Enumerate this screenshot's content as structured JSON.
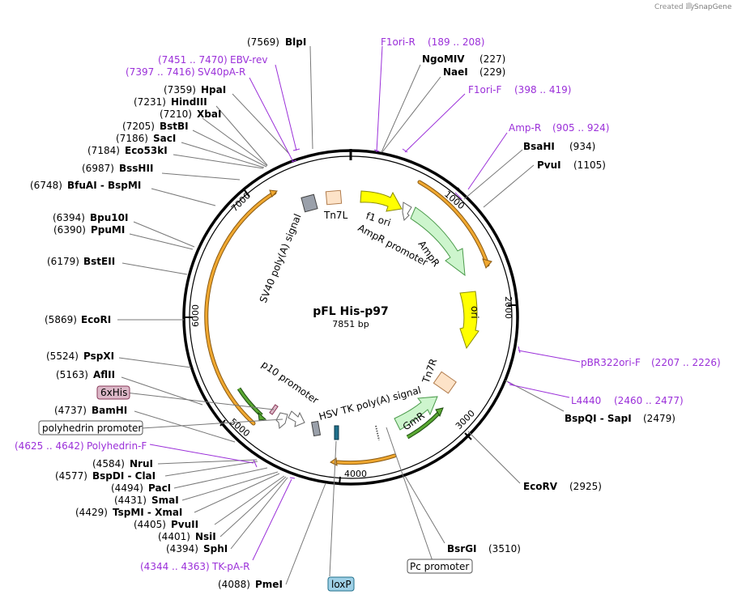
{
  "credit": {
    "prefix": "Created by",
    "brand": "SnapGene"
  },
  "plasmid": {
    "name": "pFL His-p97",
    "size_label": "7851 bp"
  },
  "backbone": {
    "color": "#000000"
  },
  "tick_labels": [
    "1000",
    "2000",
    "3000",
    "4000",
    "5000",
    "6000",
    "7000"
  ],
  "feature_labels": {
    "tn7l": "Tn7L",
    "f1_ori": "f1 ori",
    "ampr_promoter": "AmpR promoter",
    "ampr": "AmpR",
    "ori": "ori",
    "tn7r": "Tn7R",
    "gmr": "GmR",
    "hsv_tk_polya": "HSV TK poly(A) signal",
    "p10_promoter": "p10 promoter",
    "sv40_polya": "SV40 poly(A) signal"
  },
  "colors": {
    "orange_arc": "#f0a830",
    "orange_arc_dark": "#8a5a12",
    "green_arc": "#5aa832",
    "green_arc_dark": "#1d4d10",
    "yellow": "#ffff00",
    "yellow_stroke": "#8c8c00",
    "light_green": "#cdf5cd",
    "light_green_stroke": "#4a9a4a",
    "peach": "#fde3c8",
    "peach_stroke": "#b07a4a",
    "gray": "#9aa0aa",
    "teal": "#1f6f8b",
    "primer": "#9b30d9",
    "his_tag_bg": "#dcb8c8",
    "loxp_bg": "#9fd0e6"
  },
  "sites": [
    {
      "pos": "(7569)",
      "name": "BlpI"
    },
    {
      "pos": "(227)",
      "name": "NgoMIV"
    },
    {
      "pos": "(229)",
      "name": "NaeI"
    },
    {
      "pos": "(7359)",
      "name": "HpaI"
    },
    {
      "pos": "(7231)",
      "name": "HindIII"
    },
    {
      "pos": "(7210)",
      "name": "XbaI"
    },
    {
      "pos": "(7205)",
      "name": "BstBI"
    },
    {
      "pos": "(7186)",
      "name": "SacI"
    },
    {
      "pos": "(7184)",
      "name": "Eco53kI"
    },
    {
      "pos": "(6987)",
      "name": "BssHII"
    },
    {
      "pos": "(6748)",
      "name": "BfuAI  -  BspMI"
    },
    {
      "pos": "(6394)",
      "name": "Bpu10I"
    },
    {
      "pos": "(6390)",
      "name": "PpuMI"
    },
    {
      "pos": "(6179)",
      "name": "BstEII"
    },
    {
      "pos": "(5869)",
      "name": "EcoRI"
    },
    {
      "pos": "(5524)",
      "name": "PspXI"
    },
    {
      "pos": "(5163)",
      "name": "AflII"
    },
    {
      "pos": "(4737)",
      "name": "BamHI"
    },
    {
      "pos": "(4584)",
      "name": "NruI"
    },
    {
      "pos": "(4577)",
      "name": "BspDI  -  ClaI"
    },
    {
      "pos": "(4494)",
      "name": "PacI"
    },
    {
      "pos": "(4431)",
      "name": "SmaI"
    },
    {
      "pos": "(4429)",
      "name": "TspMI  -  XmaI"
    },
    {
      "pos": "(4405)",
      "name": "PvuII"
    },
    {
      "pos": "(4401)",
      "name": "NsiI"
    },
    {
      "pos": "(4394)",
      "name": "SphI"
    },
    {
      "pos": "(4088)",
      "name": "PmeI"
    },
    {
      "pos": "(934)",
      "name": "BsaHI"
    },
    {
      "pos": "(1105)",
      "name": "PvuI"
    },
    {
      "pos": "(2479)",
      "name": "BspQI  -  SapI"
    },
    {
      "pos": "(2925)",
      "name": "EcoRV"
    },
    {
      "pos": "(3510)",
      "name": "BsrGI"
    }
  ],
  "primers": [
    {
      "range": "(7451 .. 7470)",
      "name": "EBV-rev"
    },
    {
      "range": "(7397 .. 7416)",
      "name": "SV40pA-R"
    },
    {
      "name": "F1ori-R",
      "range": "(189 .. 208)"
    },
    {
      "name": "F1ori-F",
      "range": "(398 .. 419)"
    },
    {
      "name": "Amp-R",
      "range": "(905 .. 924)"
    },
    {
      "name": "pBR322ori-F",
      "range": "(2207 .. 2226)"
    },
    {
      "name": "L4440",
      "range": "(2460 .. 2477)"
    },
    {
      "range": "(4625 .. 4642)",
      "name": "Polyhedrin-F"
    },
    {
      "range": "(4344 .. 4363)",
      "name": "TK-pA-R"
    }
  ],
  "boxed_labels": {
    "his": "6xHis",
    "polyhedrin": "polyhedrin promoter",
    "pc": "Pc promoter",
    "loxp": "loxP"
  }
}
